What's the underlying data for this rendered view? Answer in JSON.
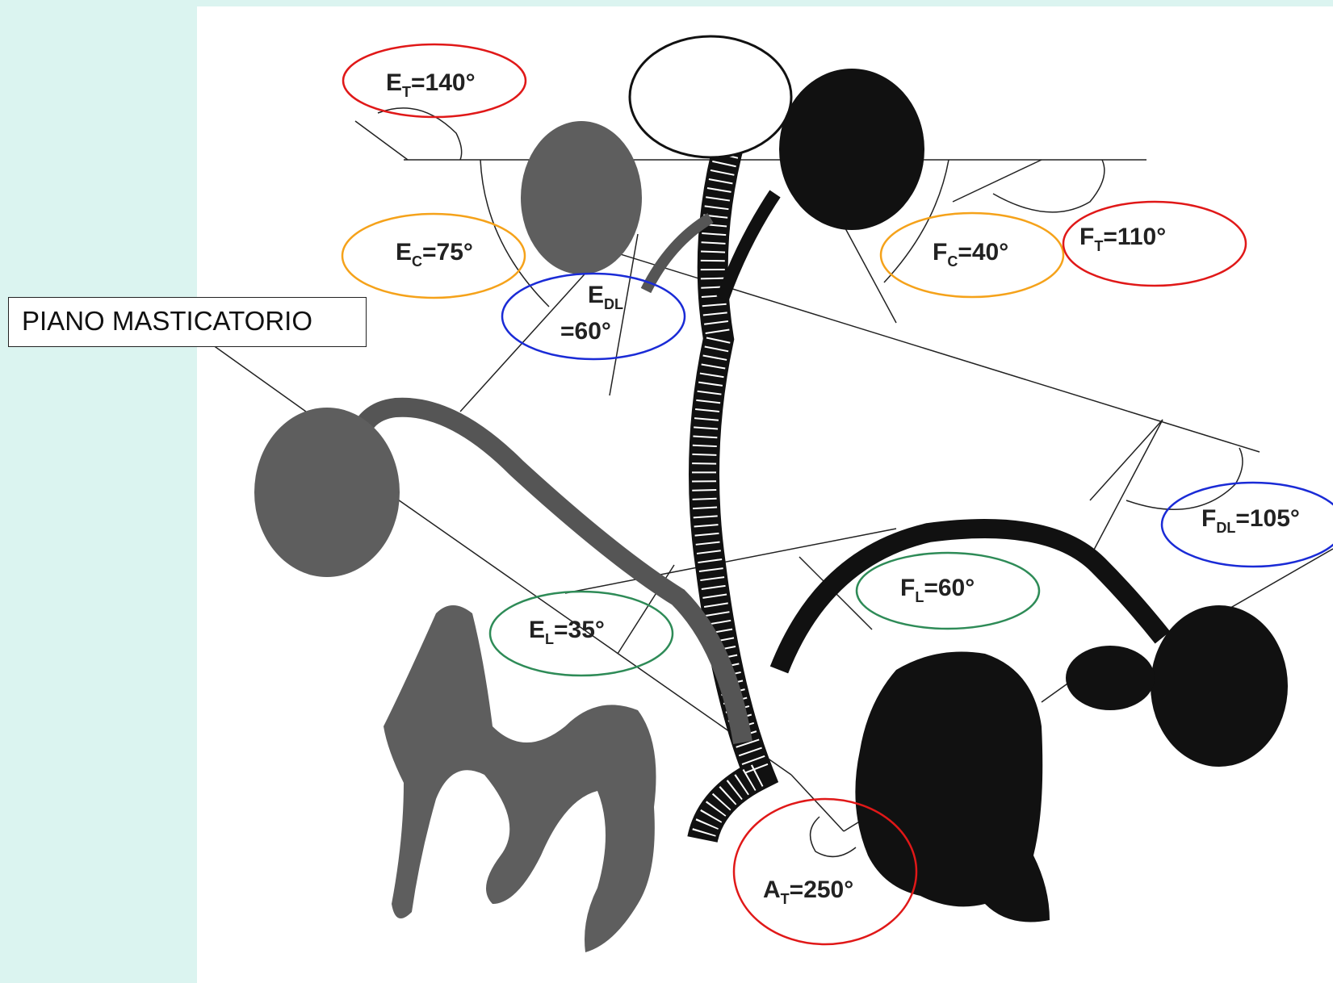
{
  "callout": {
    "text": "PIANO MASTICATORIO"
  },
  "angles": {
    "e_t": {
      "symbol": "E",
      "sub": "T",
      "value": "=140°"
    },
    "e_c": {
      "symbol": "E",
      "sub": "C",
      "value": "=75°"
    },
    "e_dl": {
      "symbol": "E",
      "sub": "DL",
      "value": "=60°"
    },
    "e_l": {
      "symbol": "E",
      "sub": "L",
      "value": "=35°"
    },
    "f_c": {
      "symbol": "F",
      "sub": "C",
      "value": "=40°"
    },
    "f_t": {
      "symbol": "F",
      "sub": "T",
      "value": "=110°"
    },
    "f_dl": {
      "symbol": "F",
      "sub": "DL",
      "value": "=105°"
    },
    "f_l": {
      "symbol": "F",
      "sub": "L",
      "value": "=60°"
    },
    "a_t": {
      "symbol": "A",
      "sub": "T",
      "value": "=250°"
    }
  },
  "colors": {
    "background": "#dbf4f0",
    "total": "#e01818",
    "cervical": "#f5a21a",
    "dorsolumbar": "#1a2bd6",
    "lumbar": "#2e8b57",
    "figure_dark": "#111111",
    "figure_grey": "#5e5e5e"
  }
}
